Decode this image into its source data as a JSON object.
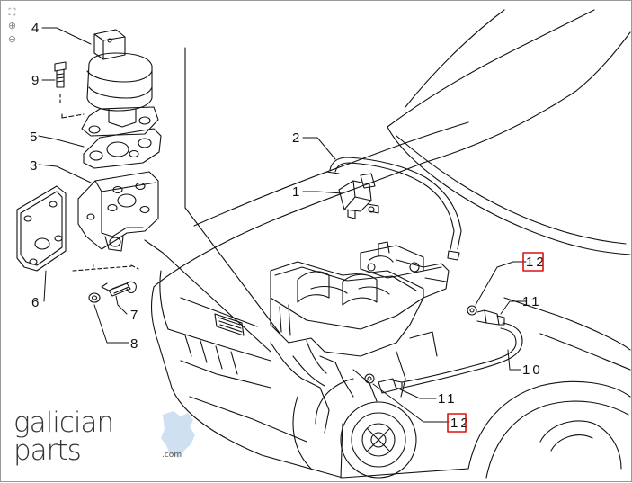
{
  "diagram": {
    "callouts": {
      "c1": "1",
      "c2": "2",
      "c3": "3",
      "c4": "4",
      "c5": "5",
      "c6": "6",
      "c7": "7",
      "c8": "8",
      "c9": "9",
      "c10": "10",
      "c11a": "11",
      "c11b": "11",
      "c12a": "12",
      "c12b": "12"
    },
    "highlight_color": "#dd1111"
  },
  "logo": {
    "line1": "galician",
    "line2": "parts",
    "suffix": ".com"
  },
  "tools": [
    "fit-icon",
    "zoom-in-icon",
    "zoom-out-icon"
  ]
}
